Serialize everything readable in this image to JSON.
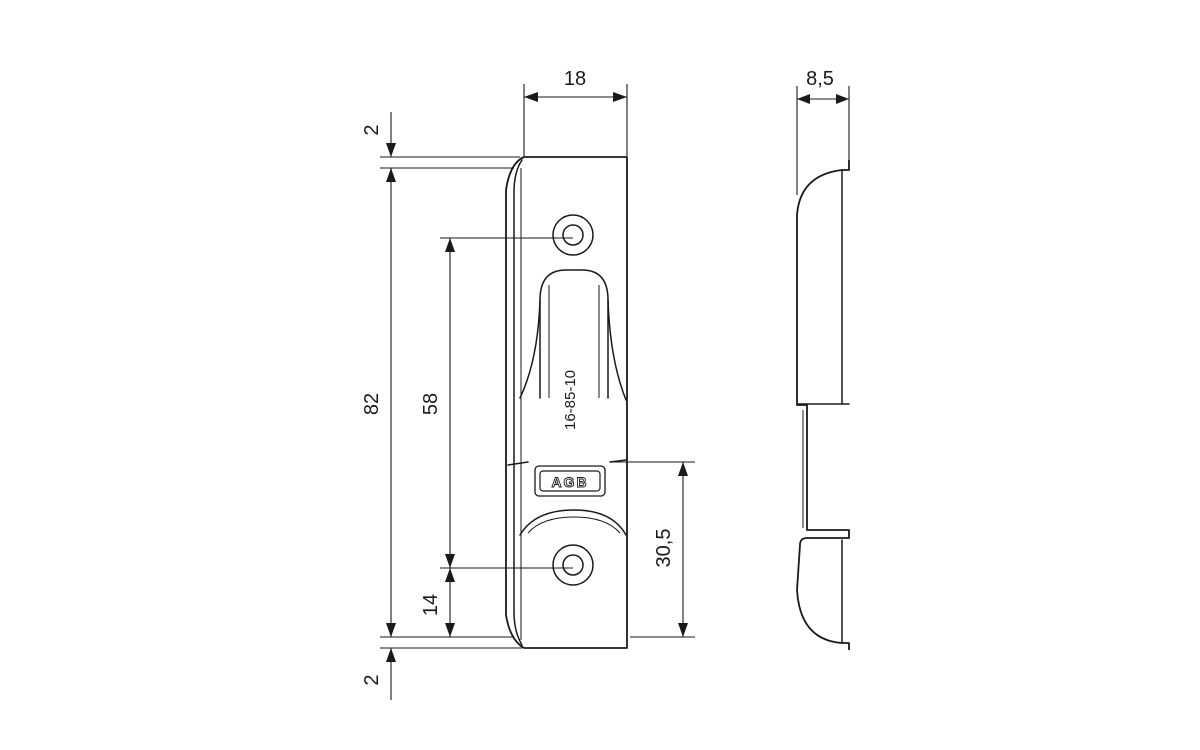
{
  "diagram": {
    "dimensions": {
      "width_front": "18",
      "depth_side": "8,5",
      "top_offset": "2",
      "bottom_offset": "2",
      "overall_height": "82",
      "hole_spacing": "58",
      "bottom_hole": "14",
      "lower_section": "30,5"
    },
    "part_code": "16-85-10",
    "logo_text": "AGB"
  }
}
